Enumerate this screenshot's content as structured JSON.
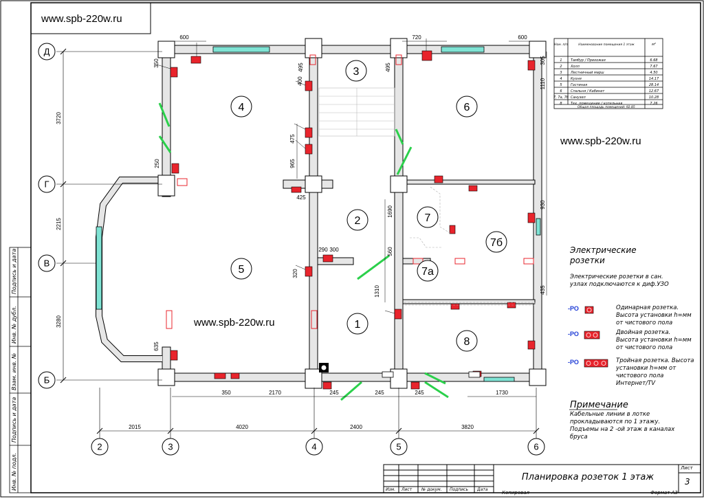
{
  "watermarks": [
    "www.spb-220w.ru",
    "www.spb-220w.ru",
    "www.spb-220w.ru"
  ],
  "axes": {
    "rows": [
      "Д",
      "Г",
      "В",
      "Б"
    ],
    "cols": [
      "2",
      "3",
      "4",
      "5",
      "6"
    ],
    "row_dims": [
      "3720",
      "2215",
      "3280"
    ],
    "col_dims": [
      "2015",
      "4020",
      "2400",
      "3820"
    ]
  },
  "rooms": [
    "3",
    "4",
    "6",
    "2",
    "7",
    "7б",
    "5",
    "7а",
    "1",
    "8"
  ],
  "dims": {
    "top": [
      "600",
      "720",
      "600"
    ],
    "bottom": [
      "350",
      "2170",
      "245",
      "245",
      "245",
      "1730"
    ],
    "inner": [
      "495",
      "495",
      "400",
      "350",
      "475",
      "965",
      "425",
      "250",
      "290",
      "300",
      "320",
      "635",
      "1690",
      "560",
      "1310",
      "305",
      "1110",
      "930",
      "435"
    ]
  },
  "table": {
    "headers": [
      "Ном. п/п",
      "Наименование помещения 1 этаж",
      "м²"
    ],
    "rows": [
      [
        "1",
        "Тамбур / Прихожая",
        "6.68"
      ],
      [
        "2",
        "Холл",
        "7.67"
      ],
      [
        "3",
        "Лестничный марш",
        "4.50"
      ],
      [
        "4",
        "Кухня",
        "14.17"
      ],
      [
        "5",
        "Гостиная",
        "28.14"
      ],
      [
        "6",
        "Спальня / Кабинет",
        "12.67"
      ],
      [
        "7, 7а, 7б",
        "Санузел",
        "10.28"
      ],
      [
        "8",
        "Тех. помещение / котельная",
        "7.26"
      ]
    ],
    "total": "Общая площадь помещений: 92.85"
  },
  "legend": {
    "title": "Электрические розетки",
    "note": "Электрические розетки в сан. узлах подключаются к диф.УЗО",
    "items": [
      {
        "code": "-РО",
        "text": "Одинарная розетка. Высота установки h=мм от чистового пола"
      },
      {
        "code": "-РО",
        "text": "Двойная розетка. Высота установки h=мм от чистового пола"
      },
      {
        "code": "-РО",
        "text": "Тройная розетка. Высота установки h=мм от чистового пола Интернет/TV"
      }
    ]
  },
  "note": {
    "title": "Примечание",
    "text": "Кабельные линии в лотке прокладываются по 1 этажу. Подъемы на 2 -ой этаж в каналах бруса"
  },
  "stamp": {
    "title": "Планировка розеток 1 этаж",
    "sheet_label": "Лист",
    "sheet_no": "3",
    "cols": [
      "Изм.",
      "Лист",
      "№ докум.",
      "Подпись",
      "Дата"
    ],
    "copied": "Копировал",
    "format": "Формат А3"
  },
  "side_labels": [
    "Подпись и дата",
    "Инв. № дубл.",
    "Взам. инв. №",
    "Подпись и дата",
    "Инв. № подл."
  ],
  "colors": {
    "socket": "#e8242c",
    "door": "#2bd04b",
    "window": "#7fe3d4",
    "wall": "#e6e6e6"
  }
}
